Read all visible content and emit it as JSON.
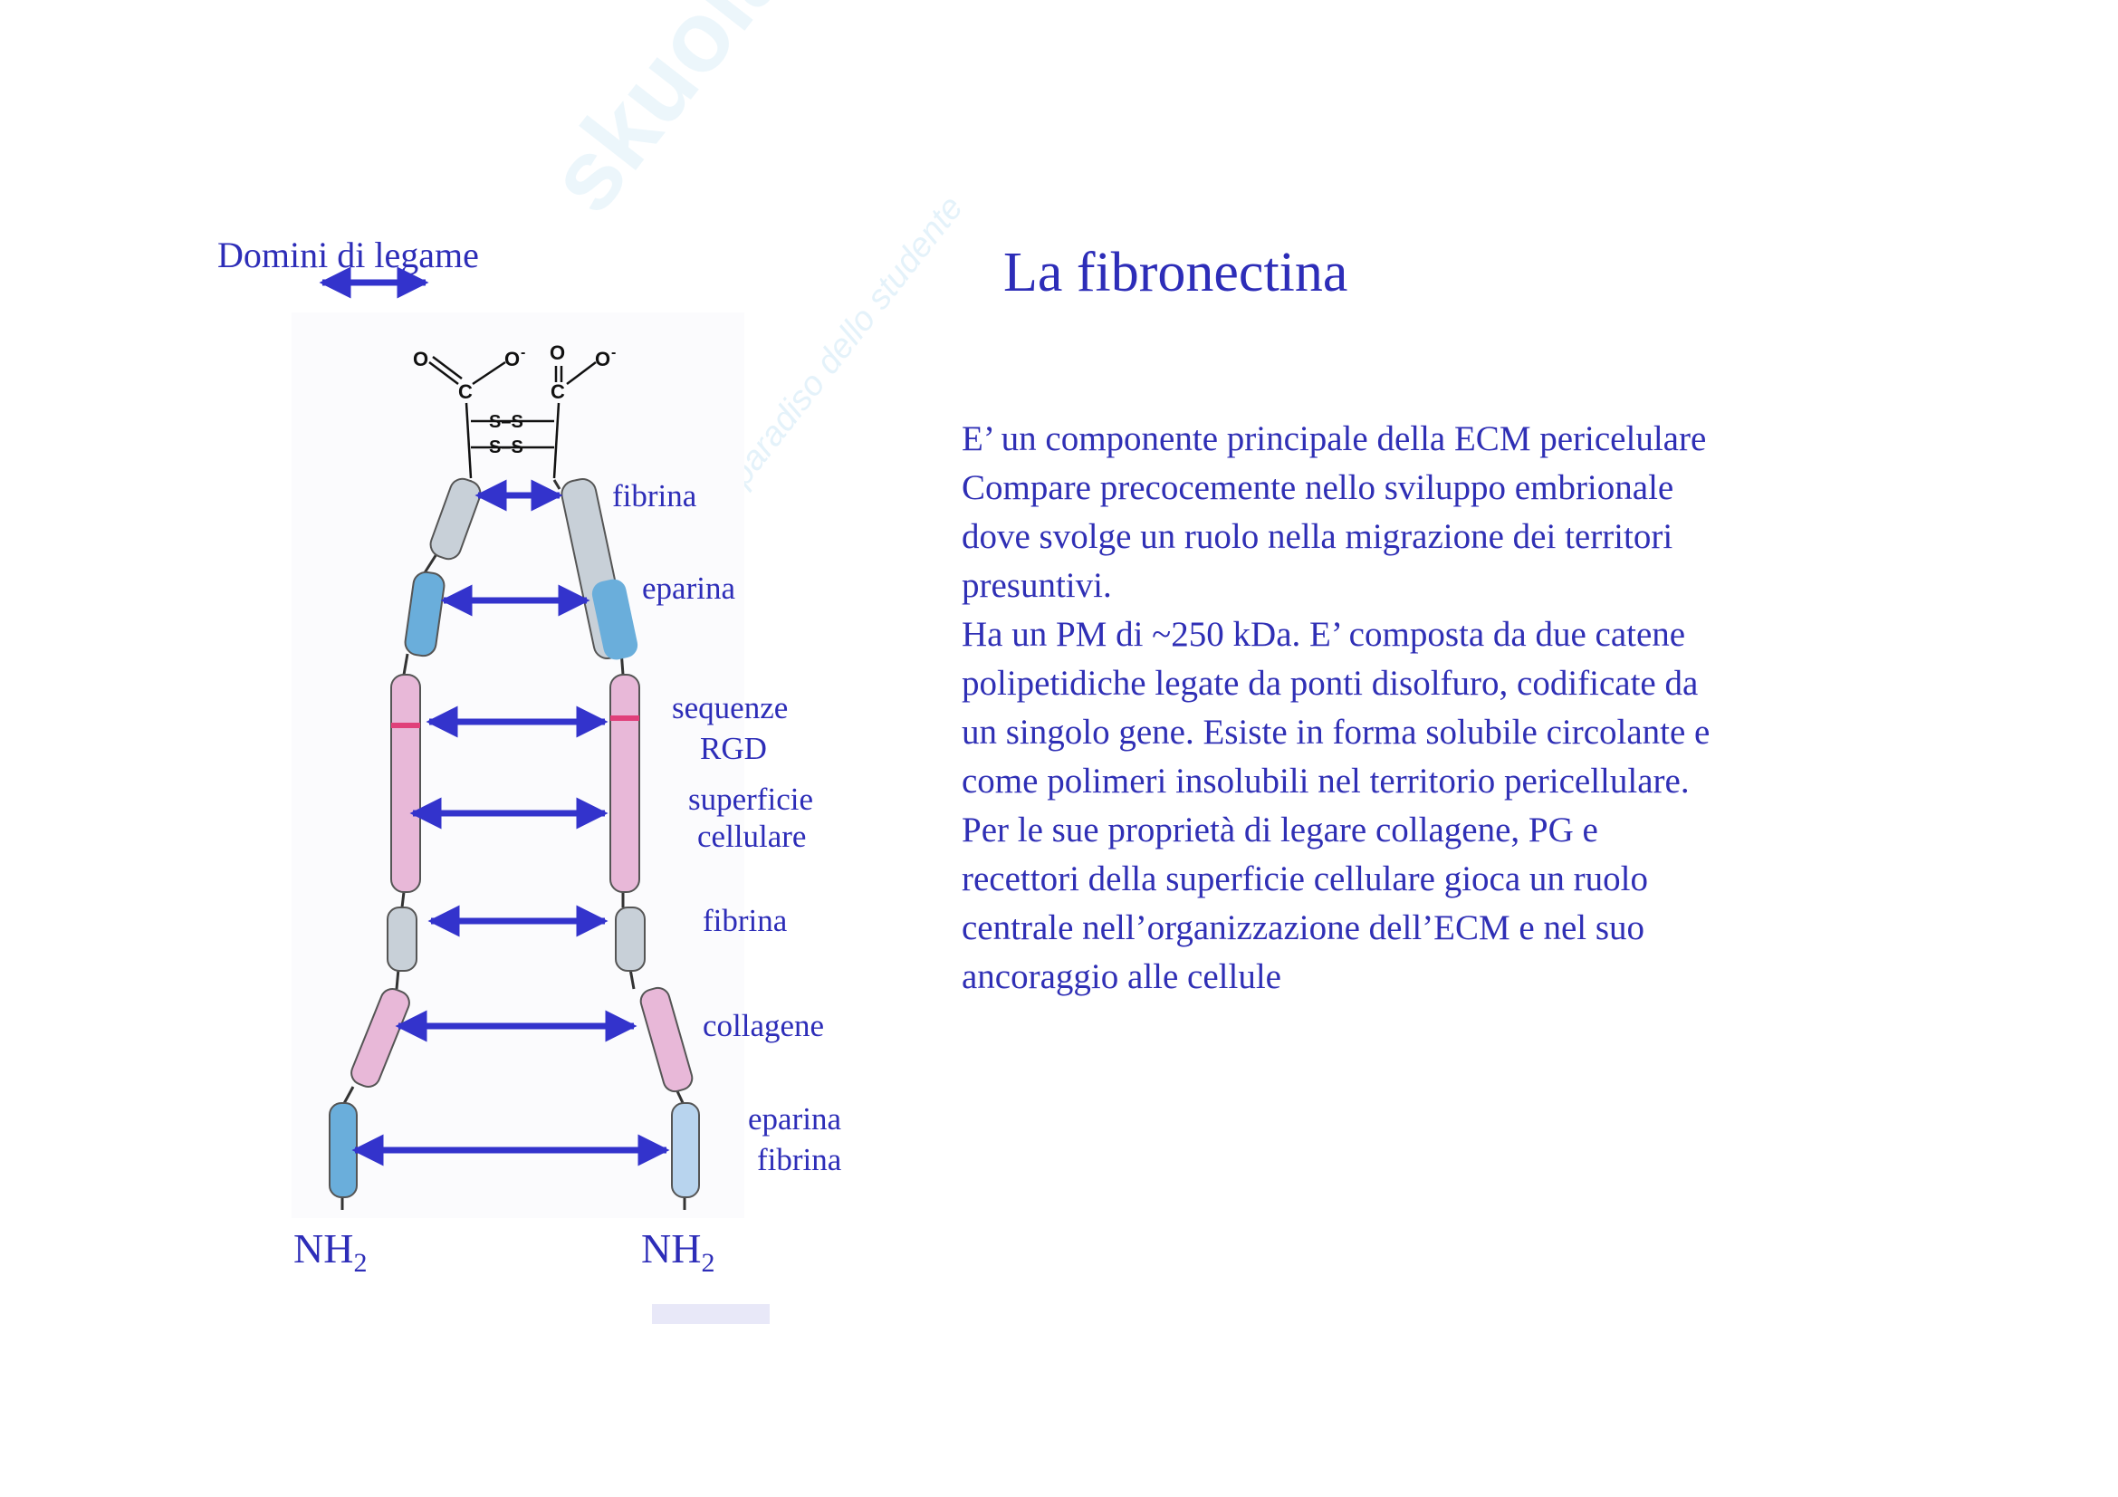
{
  "watermark": {
    "brand": "skuola.net",
    "tagline": "il paradiso dello studente"
  },
  "title": "La fibronectina",
  "body_lines": [
    "E’ un componente principale della ECM pericelulare",
    "Compare precocemente nello sviluppo embrionale",
    "dove svolge un ruolo nella migrazione dei territori",
    "presuntivi.",
    "Ha un PM di ~250 kDa. E’ composta da due catene",
    "polipetidiche legate da ponti disolfuro, codificate da",
    "un singolo gene.  Esiste in forma solubile circolante e",
    "come polimeri insolubili nel territorio pericellulare.",
    "Per le sue proprietà di legare collagene,  PG e",
    "recettori della superficie cellulare gioca un ruolo",
    "centrale nell’organizzazione dell’ECM e nel suo",
    "ancoraggio alle cellule"
  ],
  "diagram": {
    "header_label": "Domini di legame",
    "chem": {
      "o_left": "O",
      "o_minus_left": "O",
      "minus": "-",
      "c_left": "C",
      "o_right": "O",
      "o_minus_right": "O",
      "c_right": "C",
      "ss_top": "S–S",
      "ss_bottom": "S–S"
    },
    "domain_labels": {
      "fibrina_top": "fibrina",
      "eparina_top": "eparina",
      "sequenze": "sequenze",
      "rgd": "RGD",
      "superficie": "superficie",
      "cellulare": "cellulare",
      "fibrina_mid": "fibrina",
      "collagene": "collagene",
      "eparina_bottom": "eparina",
      "fibrina_bottom": "fibrina"
    },
    "terminus": {
      "nh": "NH",
      "sub": "2"
    },
    "colors": {
      "arrow": "#3333cc",
      "gray": "#c8d0d8",
      "blue": "#6aaedb",
      "pink": "#e8b8d8",
      "rgd_band": "#e0407a"
    }
  }
}
